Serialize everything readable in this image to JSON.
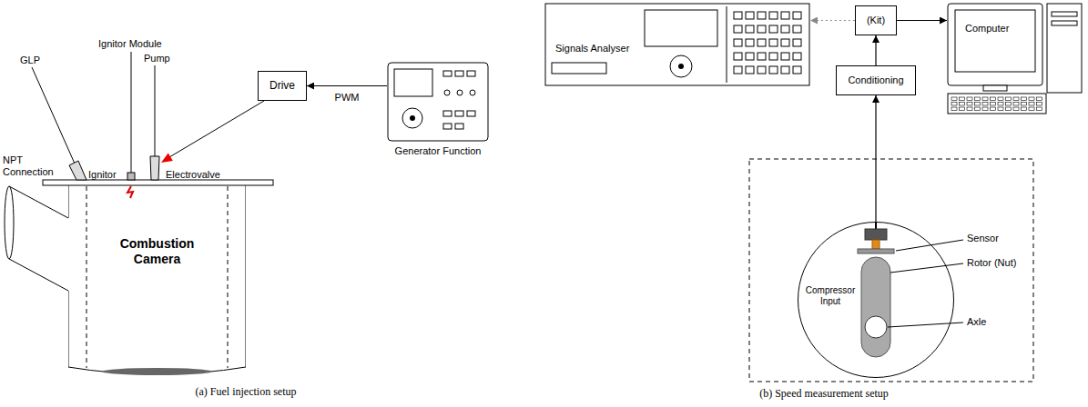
{
  "diagram": {
    "nodes": [
      {
        "text": [
          "Combustion Camera"
        ]
      },
      {
        "text": [
          "Drive"
        ]
      },
      {
        "text": [
          "Generator Function"
        ]
      },
      {
        "text": [
          "Signals Analyser"
        ]
      },
      {
        "text": [
          "(Kit)"
        ]
      },
      {
        "text": [
          "Computer"
        ]
      },
      {
        "text": [
          "Conditioning"
        ]
      },
      {
        "text": [
          "Compressor Input"
        ]
      }
    ],
    "edges": [
      {
        "from": 2,
        "to": 1,
        "arrow": "to",
        "label": "PWM"
      },
      {
        "from": 4,
        "to": 3,
        "arrow": "to"
      },
      {
        "from": 4,
        "to": 5,
        "arrow": "to"
      },
      {
        "from": 6,
        "to": 4,
        "arrow": "to"
      },
      {
        "from": 7,
        "to": 6,
        "arrow": "to"
      }
    ],
    "labels": [
      "GLP",
      "Ignitor Module",
      "Pump",
      "NPT Connection",
      "Ignitor",
      "Electrovalve",
      "Sensor",
      "Rotor (Nut)",
      "Axle",
      "(a) Fuel injection setup",
      "(b) Speed measurement setup"
    ]
  }
}
